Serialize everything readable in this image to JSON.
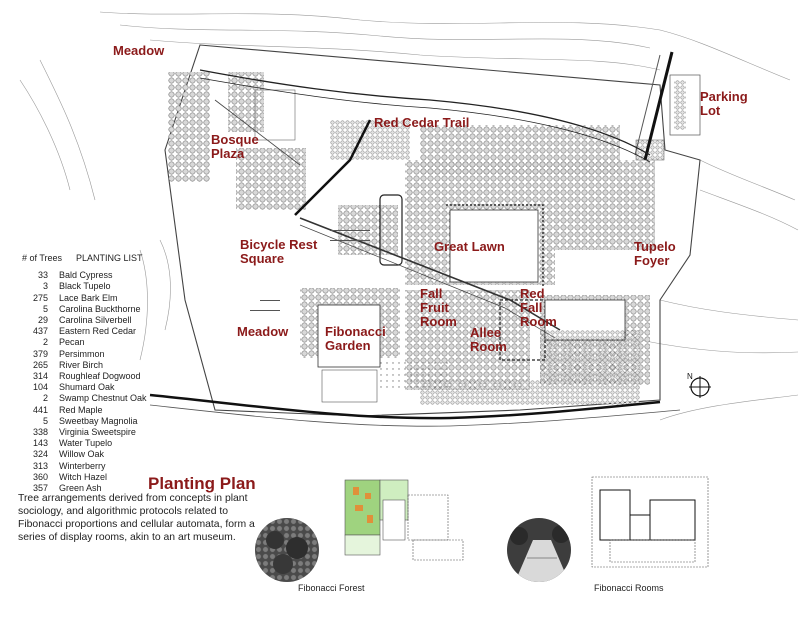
{
  "zone_labels": {
    "meadow_top": "Meadow",
    "parking": [
      "Parking",
      "Lot"
    ],
    "red_cedar_trail": "Red Cedar Trail",
    "bosque_plaza": [
      "Bosque",
      "Plaza"
    ],
    "bicycle_rest": [
      "Bicycle Rest",
      "Square"
    ],
    "great_lawn": "Great Lawn",
    "tupelo_foyer": [
      "Tupelo",
      "Foyer"
    ],
    "fall_fruit_room": [
      "Fall",
      "Fruit",
      "Room"
    ],
    "red_fall_room": [
      "Red",
      "Fall",
      "Room"
    ],
    "meadow_bottom": "Meadow",
    "fibonacci_garden": [
      "Fibonacci",
      "Garden"
    ],
    "allee_room": [
      "Allee",
      "Room"
    ]
  },
  "planting_list": {
    "count_header": "# of Trees",
    "name_header": "PLANTING LIST",
    "items": [
      {
        "count": "33",
        "name": "Bald Cypress"
      },
      {
        "count": "3",
        "name": "Black Tupelo"
      },
      {
        "count": "275",
        "name": "Lace Bark Elm"
      },
      {
        "count": "5",
        "name": "Carolina Buckthorne"
      },
      {
        "count": "29",
        "name": "Carolina Silverbell"
      },
      {
        "count": "437",
        "name": "Eastern Red Cedar"
      },
      {
        "count": "2",
        "name": "Pecan"
      },
      {
        "count": "379",
        "name": "Persimmon"
      },
      {
        "count": "265",
        "name": "River Birch"
      },
      {
        "count": "314",
        "name": "Roughleaf Dogwood"
      },
      {
        "count": "104",
        "name": "Shumard Oak"
      },
      {
        "count": "2",
        "name": "Swamp Chestnut Oak"
      },
      {
        "count": "441",
        "name": "Red Maple"
      },
      {
        "count": "5",
        "name": "Sweetbay Magnolia"
      },
      {
        "count": "338",
        "name": "Virginia Sweetspire"
      },
      {
        "count": "143",
        "name": "Water Tupelo"
      },
      {
        "count": "324",
        "name": "Willow Oak"
      },
      {
        "count": "313",
        "name": "Winterberry"
      },
      {
        "count": "360",
        "name": "Witch Hazel"
      },
      {
        "count": "357",
        "name": "Green Ash"
      }
    ]
  },
  "north_label": "N",
  "plan_title": "Planting Plan",
  "description": "Tree arrangements derived from concepts in plant sociology, and algorithmic protocols related to Fibonacci proportions and cellular automata, form a series of display rooms, akin to an art museum.",
  "captions": {
    "forest": "Fibonacci Forest",
    "rooms": "Fibonacci Rooms"
  },
  "colors": {
    "label_red": "#8b1a1a",
    "tree_fill": "#cfcfcf",
    "green_plan": "#9fd37f",
    "orange_plan": "#e0903a"
  }
}
